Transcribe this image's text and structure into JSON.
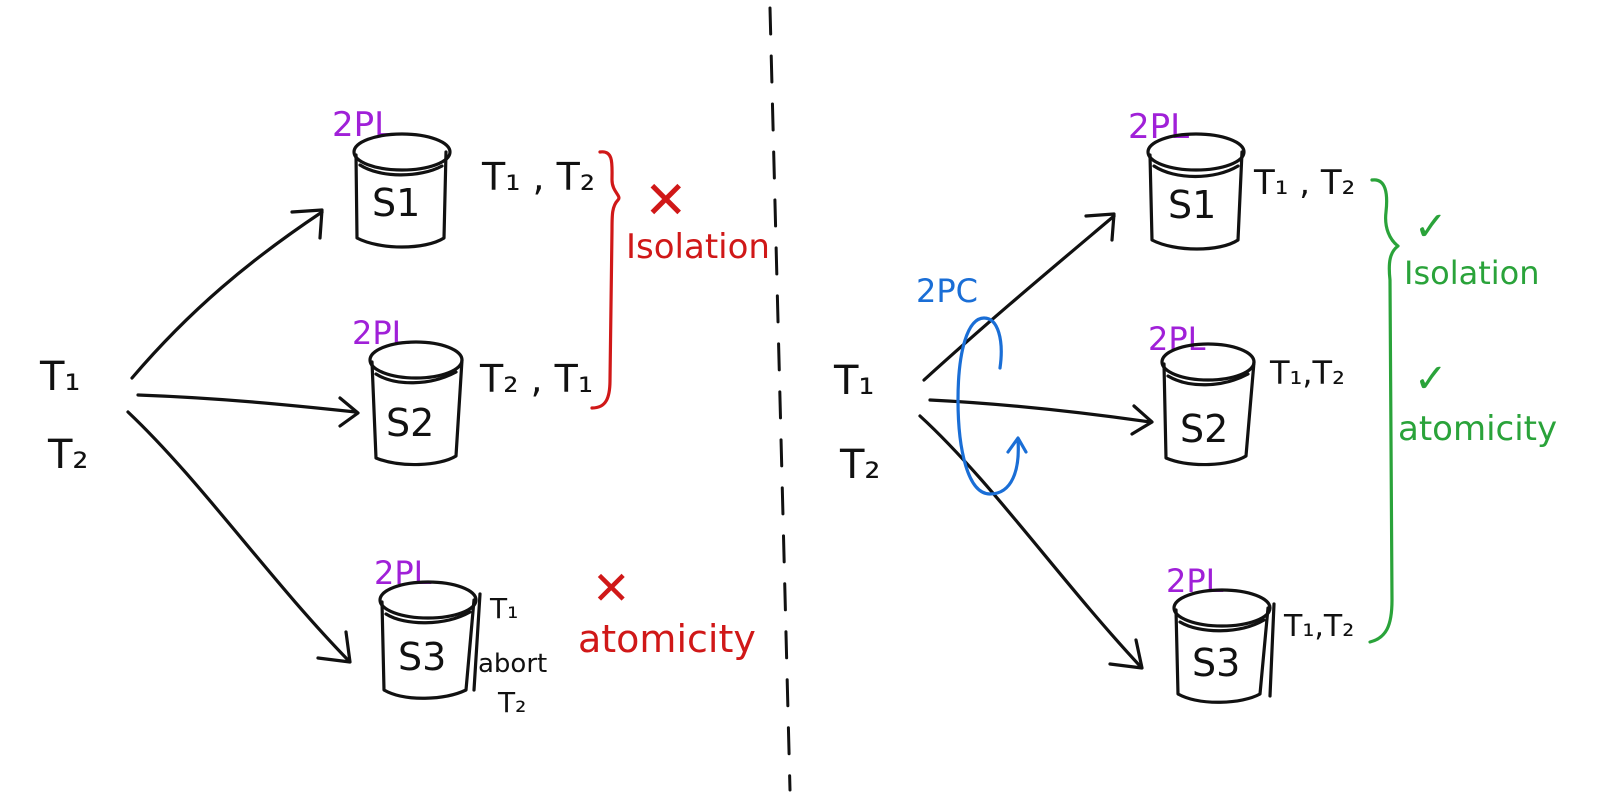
{
  "colors": {
    "ink": "#111111",
    "protocol": "#a020d8",
    "violation": "#d01818",
    "satisfied": "#2aa33a",
    "commit_protocol": "#1a6ed6"
  },
  "left_panel": {
    "client_t1": "T₁",
    "client_t2": "T₂",
    "servers": [
      {
        "protocol": "2PL",
        "name": "S1",
        "order": "T₁ , T₂"
      },
      {
        "protocol": "2PL",
        "name": "S2",
        "order": "T₂ , T₁"
      },
      {
        "protocol": "2PL",
        "name": "S3",
        "order_line1": "T₁",
        "order_line2": "abort",
        "order_line3": "T₂"
      }
    ],
    "isolation_mark": "✕",
    "isolation_label": "Isolation",
    "atomicity_mark": "✕",
    "atomicity_label": "atomicity"
  },
  "right_panel": {
    "client_t1": "T₁",
    "client_t2": "T₂",
    "commit_protocol": "2PC",
    "servers": [
      {
        "protocol": "2PL",
        "name": "S1",
        "order": "T₁ , T₂"
      },
      {
        "protocol": "2PL",
        "name": "S2",
        "order": "T₁,T₂"
      },
      {
        "protocol": "2PL",
        "name": "S3",
        "order": "T₁,T₂"
      }
    ],
    "isolation_mark": "✓",
    "isolation_label": "Isolation",
    "atomicity_mark": "✓",
    "atomicity_label": "atomicity"
  }
}
